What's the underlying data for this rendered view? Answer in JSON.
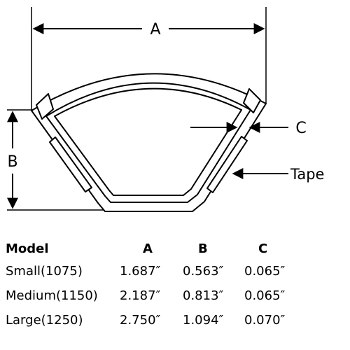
{
  "diagram": {
    "label_a": "A",
    "label_b": "B",
    "label_c": "C",
    "label_tape": "Tape"
  },
  "table": {
    "headers": [
      "Model",
      "A",
      "B",
      "C"
    ],
    "rows": [
      [
        "Small(1075)",
        "1.687″",
        "0.563″",
        "0.065″"
      ],
      [
        "Medium(1150)",
        "2.187″",
        "0.813″",
        "0.065″"
      ],
      [
        "Large(1250)",
        "2.750″",
        "1.094″",
        "0.070″"
      ]
    ]
  }
}
